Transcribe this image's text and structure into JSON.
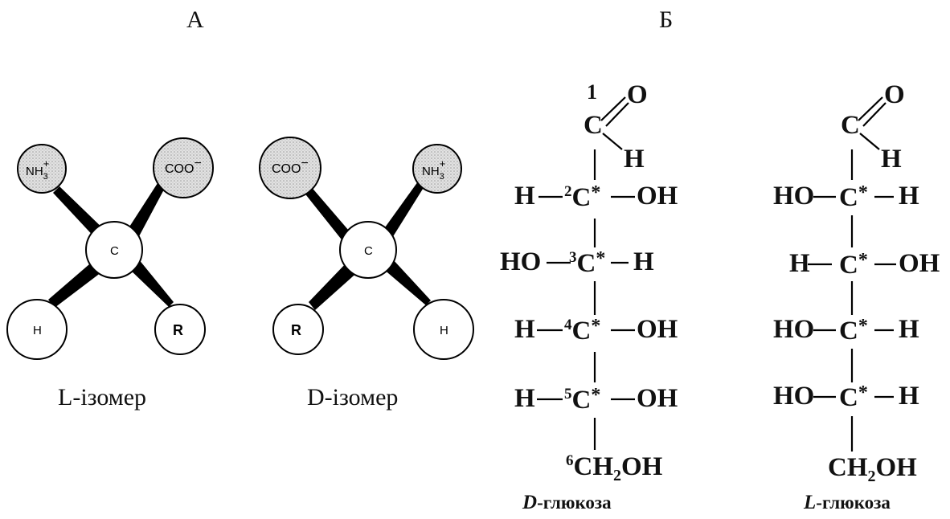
{
  "panels": {
    "a_label": "А",
    "b_label": "Б"
  },
  "models": {
    "left": {
      "caption": "L-ізомер",
      "center": "C",
      "upper_left": {
        "base": "NH",
        "sub": "3",
        "sup": "+"
      },
      "upper_right": {
        "text": "COO",
        "sup": "−"
      },
      "lower_left": "H",
      "lower_right": "R"
    },
    "right": {
      "caption": "D-ізомер",
      "center": "C",
      "upper_left": {
        "text": "COO",
        "sup": "−"
      },
      "upper_right": {
        "base": "NH",
        "sub": "3",
        "sup": "+"
      },
      "lower_left": "R",
      "lower_right": "H"
    }
  },
  "d_glucose": {
    "caption_prefix": "D",
    "caption_suffix": "-глюкоза",
    "top_number": "1",
    "aldehyde": {
      "c": "C",
      "o": "O",
      "h": "H"
    },
    "rows": [
      {
        "left": "H",
        "num": "2",
        "right": "OH"
      },
      {
        "left": "HO",
        "num": "3",
        "right": "H"
      },
      {
        "left": "H",
        "num": "4",
        "right": "OH"
      },
      {
        "left": "H",
        "num": "5",
        "right": "OH"
      }
    ],
    "carbon": "C",
    "star": "*",
    "bottom": {
      "num": "6",
      "text1": "CH",
      "sub": "2",
      "text2": "OH"
    }
  },
  "l_glucose": {
    "caption_prefix": "L",
    "caption_suffix": "-глюкоза",
    "aldehyde": {
      "c": "C",
      "o": "O",
      "h": "H"
    },
    "rows": [
      {
        "left": "HO",
        "right": "H"
      },
      {
        "left": "H",
        "right": "OH"
      },
      {
        "left": "HO",
        "right": "H"
      },
      {
        "left": "HO",
        "right": "H"
      }
    ],
    "carbon": "C",
    "star": "*",
    "bottom": {
      "text1": "CH",
      "sub": "2",
      "text2": "OH"
    }
  },
  "colors": {
    "atom_shaded": "#dcdcdc",
    "atom_white": "#ffffff",
    "bond": "#000000"
  }
}
